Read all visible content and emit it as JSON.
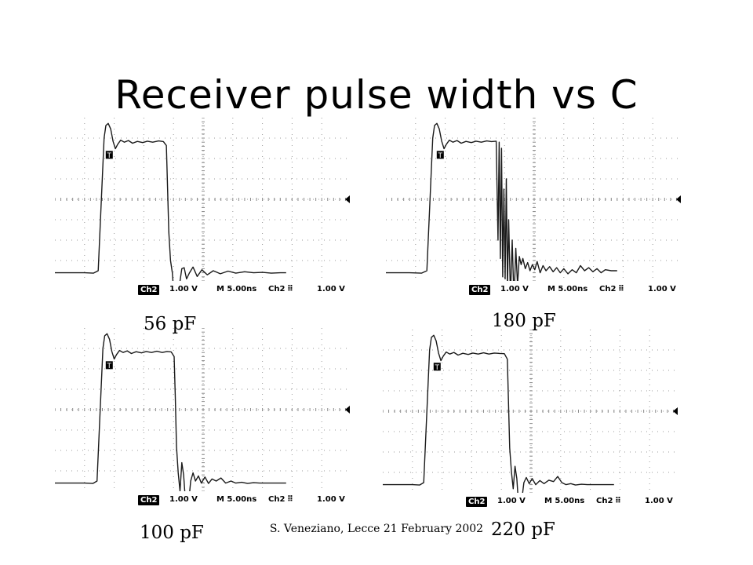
{
  "slide": {
    "title": "Receiver pulse width vs C",
    "footer": "S. Veneziano, Lecce 21 February 2002"
  },
  "scopes": [
    {
      "id": "56pf",
      "capacitance_label": "56 pF",
      "status": {
        "channel": "Ch2",
        "ch_scale": "1.00 V",
        "timebase": "M 5.00ns",
        "trigger_channel": "Ch2",
        "trigger_edge_icon": "rising-edge-icon",
        "trigger_level": "1.00 V"
      },
      "trigger_marker": "T",
      "waveform": [
        [
          0,
          7.6
        ],
        [
          0.3,
          7.6
        ],
        [
          0.6,
          7.6
        ],
        [
          1.0,
          7.6
        ],
        [
          1.3,
          7.62
        ],
        [
          1.46,
          7.5
        ],
        [
          1.58,
          3.6
        ],
        [
          1.66,
          1.0
        ],
        [
          1.72,
          0.38
        ],
        [
          1.8,
          0.28
        ],
        [
          1.88,
          0.55
        ],
        [
          1.96,
          1.15
        ],
        [
          2.04,
          1.52
        ],
        [
          2.12,
          1.3
        ],
        [
          2.22,
          1.1
        ],
        [
          2.34,
          1.2
        ],
        [
          2.48,
          1.12
        ],
        [
          2.62,
          1.25
        ],
        [
          2.78,
          1.16
        ],
        [
          2.96,
          1.22
        ],
        [
          3.12,
          1.15
        ],
        [
          3.3,
          1.2
        ],
        [
          3.5,
          1.14
        ],
        [
          3.66,
          1.17
        ],
        [
          3.76,
          1.36
        ],
        [
          3.8,
          3.4
        ],
        [
          3.84,
          5.6
        ],
        [
          3.9,
          7.0
        ],
        [
          3.96,
          7.6
        ],
        [
          4.02,
          8.8
        ],
        [
          4.08,
          8.35
        ],
        [
          4.14,
          9.15
        ],
        [
          4.2,
          8.2
        ],
        [
          4.28,
          7.4
        ],
        [
          4.36,
          7.35
        ],
        [
          4.44,
          7.9
        ],
        [
          4.54,
          7.6
        ],
        [
          4.66,
          7.32
        ],
        [
          4.8,
          7.78
        ],
        [
          4.96,
          7.45
        ],
        [
          5.14,
          7.7
        ],
        [
          5.34,
          7.5
        ],
        [
          5.58,
          7.65
        ],
        [
          5.84,
          7.52
        ],
        [
          6.1,
          7.62
        ],
        [
          6.4,
          7.55
        ],
        [
          6.7,
          7.6
        ],
        [
          7.0,
          7.58
        ],
        [
          7.3,
          7.62
        ],
        [
          7.6,
          7.6
        ],
        [
          7.8,
          7.6
        ]
      ]
    },
    {
      "id": "180pf",
      "capacitance_label": "180 pF",
      "status": {
        "channel": "Ch2",
        "ch_scale": "1.00 V",
        "timebase": "M 5.00ns",
        "trigger_channel": "Ch2",
        "trigger_edge_icon": "rising-edge-icon",
        "trigger_level": "1.00 V"
      },
      "trigger_marker": "T",
      "waveform": [
        [
          0,
          7.6
        ],
        [
          0.4,
          7.6
        ],
        [
          0.8,
          7.6
        ],
        [
          1.2,
          7.62
        ],
        [
          1.38,
          7.5
        ],
        [
          1.5,
          3.6
        ],
        [
          1.58,
          1.0
        ],
        [
          1.64,
          0.38
        ],
        [
          1.72,
          0.28
        ],
        [
          1.8,
          0.55
        ],
        [
          1.88,
          1.15
        ],
        [
          1.96,
          1.52
        ],
        [
          2.04,
          1.3
        ],
        [
          2.14,
          1.1
        ],
        [
          2.26,
          1.2
        ],
        [
          2.4,
          1.12
        ],
        [
          2.54,
          1.25
        ],
        [
          2.7,
          1.16
        ],
        [
          2.88,
          1.22
        ],
        [
          3.04,
          1.15
        ],
        [
          3.22,
          1.2
        ],
        [
          3.4,
          1.14
        ],
        [
          3.56,
          1.17
        ],
        [
          3.72,
          1.15
        ],
        [
          3.78,
          6.0
        ],
        [
          3.82,
          1.2
        ],
        [
          3.86,
          6.9
        ],
        [
          3.9,
          1.5
        ],
        [
          3.94,
          7.8
        ],
        [
          3.98,
          3.5
        ],
        [
          4.02,
          7.9
        ],
        [
          4.06,
          3.0
        ],
        [
          4.1,
          8.4
        ],
        [
          4.14,
          5.0
        ],
        [
          4.2,
          8.8
        ],
        [
          4.26,
          6.0
        ],
        [
          4.32,
          9.0
        ],
        [
          4.38,
          6.4
        ],
        [
          4.44,
          8.2
        ],
        [
          4.5,
          6.8
        ],
        [
          4.56,
          7.2
        ],
        [
          4.62,
          6.9
        ],
        [
          4.7,
          7.4
        ],
        [
          4.78,
          7.1
        ],
        [
          4.86,
          7.5
        ],
        [
          4.94,
          7.2
        ],
        [
          5.02,
          7.45
        ],
        [
          5.1,
          7.05
        ],
        [
          5.2,
          7.6
        ],
        [
          5.3,
          7.25
        ],
        [
          5.4,
          7.5
        ],
        [
          5.52,
          7.3
        ],
        [
          5.64,
          7.55
        ],
        [
          5.76,
          7.35
        ],
        [
          5.88,
          7.6
        ],
        [
          6.0,
          7.4
        ],
        [
          6.14,
          7.65
        ],
        [
          6.28,
          7.45
        ],
        [
          6.42,
          7.6
        ],
        [
          6.56,
          7.25
        ],
        [
          6.7,
          7.5
        ],
        [
          6.84,
          7.35
        ],
        [
          6.98,
          7.55
        ],
        [
          7.12,
          7.4
        ],
        [
          7.26,
          7.6
        ],
        [
          7.4,
          7.45
        ],
        [
          7.6,
          7.5
        ],
        [
          7.8,
          7.5
        ]
      ]
    },
    {
      "id": "100pf",
      "capacitance_label": "100 pF",
      "status": {
        "channel": "Ch2",
        "ch_scale": "1.00 V",
        "timebase": "M 5.00ns",
        "trigger_channel": "Ch2",
        "trigger_edge_icon": "rising-edge-icon",
        "trigger_level": "1.00 V"
      },
      "trigger_marker": "T",
      "waveform": [
        [
          0,
          7.6
        ],
        [
          0.3,
          7.6
        ],
        [
          0.6,
          7.6
        ],
        [
          1.0,
          7.6
        ],
        [
          1.28,
          7.62
        ],
        [
          1.42,
          7.5
        ],
        [
          1.54,
          3.6
        ],
        [
          1.62,
          1.0
        ],
        [
          1.68,
          0.38
        ],
        [
          1.76,
          0.28
        ],
        [
          1.84,
          0.55
        ],
        [
          1.92,
          1.15
        ],
        [
          2.0,
          1.52
        ],
        [
          2.08,
          1.3
        ],
        [
          2.18,
          1.1
        ],
        [
          2.3,
          1.2
        ],
        [
          2.44,
          1.12
        ],
        [
          2.58,
          1.25
        ],
        [
          2.74,
          1.16
        ],
        [
          2.92,
          1.22
        ],
        [
          3.08,
          1.15
        ],
        [
          3.26,
          1.2
        ],
        [
          3.44,
          1.14
        ],
        [
          3.62,
          1.2
        ],
        [
          3.78,
          1.15
        ],
        [
          3.92,
          1.17
        ],
        [
          4.02,
          1.4
        ],
        [
          4.06,
          3.4
        ],
        [
          4.1,
          5.8
        ],
        [
          4.16,
          7.1
        ],
        [
          4.22,
          8.0
        ],
        [
          4.28,
          6.6
        ],
        [
          4.34,
          7.2
        ],
        [
          4.4,
          8.4
        ],
        [
          4.46,
          9.4
        ],
        [
          4.52,
          8.4
        ],
        [
          4.58,
          7.5
        ],
        [
          4.66,
          7.1
        ],
        [
          4.74,
          7.5
        ],
        [
          4.84,
          7.25
        ],
        [
          4.94,
          7.6
        ],
        [
          5.06,
          7.3
        ],
        [
          5.18,
          7.62
        ],
        [
          5.3,
          7.4
        ],
        [
          5.44,
          7.5
        ],
        [
          5.6,
          7.35
        ],
        [
          5.76,
          7.6
        ],
        [
          5.94,
          7.5
        ],
        [
          6.1,
          7.6
        ],
        [
          6.3,
          7.56
        ],
        [
          6.5,
          7.62
        ],
        [
          6.7,
          7.58
        ],
        [
          6.9,
          7.6
        ],
        [
          7.2,
          7.6
        ],
        [
          7.5,
          7.6
        ],
        [
          7.8,
          7.6
        ]
      ]
    },
    {
      "id": "220pf",
      "capacitance_label": "220 pF",
      "status": {
        "channel": "Ch2",
        "ch_scale": "1.00 V",
        "timebase": "M 5.00ns",
        "trigger_channel": "Ch2",
        "trigger_edge_icon": "rising-edge-icon",
        "trigger_level": "1.00 V"
      },
      "trigger_marker": "T",
      "waveform": [
        [
          0,
          7.6
        ],
        [
          0.3,
          7.6
        ],
        [
          0.6,
          7.6
        ],
        [
          1.0,
          7.6
        ],
        [
          1.24,
          7.62
        ],
        [
          1.38,
          7.5
        ],
        [
          1.5,
          3.6
        ],
        [
          1.58,
          1.0
        ],
        [
          1.64,
          0.38
        ],
        [
          1.72,
          0.28
        ],
        [
          1.8,
          0.55
        ],
        [
          1.88,
          1.15
        ],
        [
          1.96,
          1.52
        ],
        [
          2.04,
          1.3
        ],
        [
          2.14,
          1.1
        ],
        [
          2.26,
          1.2
        ],
        [
          2.4,
          1.12
        ],
        [
          2.54,
          1.25
        ],
        [
          2.7,
          1.16
        ],
        [
          2.88,
          1.22
        ],
        [
          3.04,
          1.15
        ],
        [
          3.22,
          1.2
        ],
        [
          3.4,
          1.14
        ],
        [
          3.58,
          1.2
        ],
        [
          3.76,
          1.15
        ],
        [
          3.94,
          1.17
        ],
        [
          4.1,
          1.18
        ],
        [
          4.2,
          1.45
        ],
        [
          4.24,
          3.6
        ],
        [
          4.28,
          5.8
        ],
        [
          4.34,
          7.0
        ],
        [
          4.4,
          7.8
        ],
        [
          4.46,
          6.7
        ],
        [
          4.52,
          7.3
        ],
        [
          4.58,
          8.6
        ],
        [
          4.64,
          9.2
        ],
        [
          4.7,
          8.2
        ],
        [
          4.76,
          7.5
        ],
        [
          4.84,
          7.25
        ],
        [
          4.94,
          7.55
        ],
        [
          5.04,
          7.3
        ],
        [
          5.16,
          7.6
        ],
        [
          5.3,
          7.4
        ],
        [
          5.44,
          7.55
        ],
        [
          5.6,
          7.38
        ],
        [
          5.76,
          7.45
        ],
        [
          5.9,
          7.2
        ],
        [
          6.04,
          7.5
        ],
        [
          6.18,
          7.6
        ],
        [
          6.34,
          7.55
        ],
        [
          6.5,
          7.62
        ],
        [
          6.7,
          7.58
        ],
        [
          6.9,
          7.6
        ],
        [
          7.2,
          7.6
        ],
        [
          7.5,
          7.6
        ],
        [
          7.8,
          7.6
        ]
      ]
    }
  ]
}
